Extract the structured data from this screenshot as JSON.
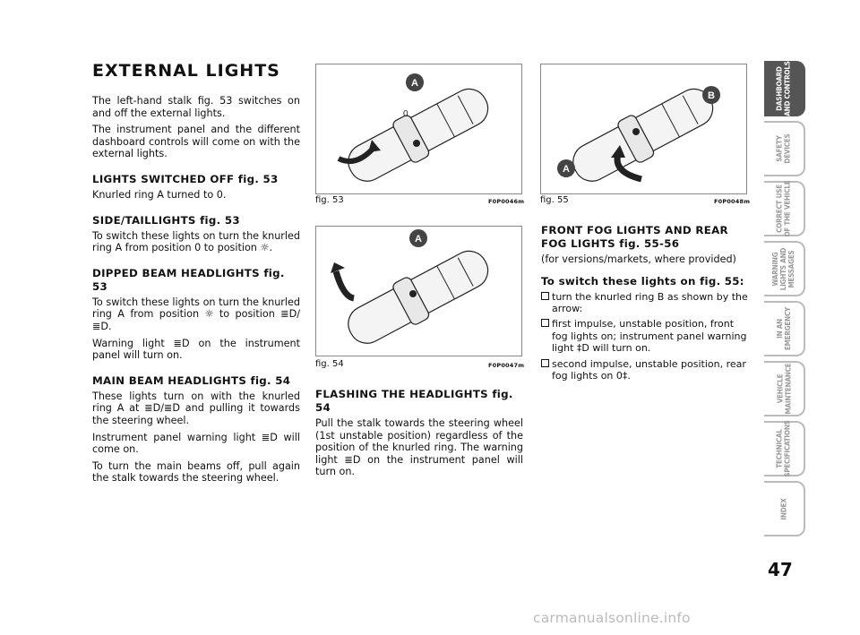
{
  "col1": {
    "title": "EXTERNAL LIGHTS",
    "p1": "The left-hand stalk fig. 53 switches on and off the external lights.",
    "p2": "The instrument panel and the different dashboard controls will come on with the external lights.",
    "h_off": "LIGHTS SWITCHED OFF fig. 53",
    "p_off": "Knurled ring A turned to 0.",
    "h_side": "SIDE/TAILLIGHTS fig. 53",
    "p_side": "To switch these lights on turn the knurled ring A from position 0 to position ☼.",
    "h_dipped": "DIPPED BEAM HEADLIGHTS fig. 53",
    "p_dipped1": "To switch these lights on turn the knurled ring A from position ☼ to position ≣D/ ≣D.",
    "p_dipped2": "Warning light ≣D on the instrument panel will turn on.",
    "h_main": "MAIN BEAM HEADLIGHTS fig. 54",
    "p_main1": "These lights turn on with the knurled ring A at ≣D/≣D and pulling it towards the steering wheel.",
    "p_main2": "Instrument panel warning light ≣D will come on.",
    "p_main3": "To turn the main beams off, pull again the stalk towards the steering wheel."
  },
  "col2": {
    "fig53_label": "fig. 53",
    "fig53_code": "F0P0046m",
    "fig54_label": "fig. 54",
    "fig54_code": "F0P0047m",
    "h_flash": "FLASHING THE HEADLIGHTS fig. 54",
    "p_flash": "Pull the stalk towards the steering wheel (1st unstable position) regardless of the position of the knurled ring. The warning light ≣D on the instrument panel will turn on."
  },
  "col3": {
    "fig55_label": "fig. 55",
    "fig55_code": "F0P0048m",
    "h_fog": "FRONT FOG LIGHTS AND REAR FOG LIGHTS fig. 55-56",
    "p_fog": "(for versions/markets, where provided)",
    "h_switch": "To switch these lights on fig. 55:",
    "bullets": [
      "turn the knurled ring B as shown by the arrow:",
      "first impulse, unstable position, front fog lights on; instrument panel warning light ‡D will turn on.",
      "second impulse, unstable position, rear fog lights on 0‡."
    ]
  },
  "figures": {
    "callout_a": "A",
    "callout_b": "B",
    "stalk_zero": "0"
  },
  "tabs": [
    "DASHBOARD\nAND CONTROLS",
    "SAFETY\nDEVICES",
    "CORRECT USE\nOF THE VEHICLE",
    "WARNING\nLIGHTS AND\nMESSAGES",
    "IN AN\nEMERGENCY",
    "VEHICLE\nMAINTENANCE",
    "TECHNICAL\nSPECIFICATIONS",
    "INDEX"
  ],
  "page_number": "47",
  "watermark": "carmanualsonline.info"
}
